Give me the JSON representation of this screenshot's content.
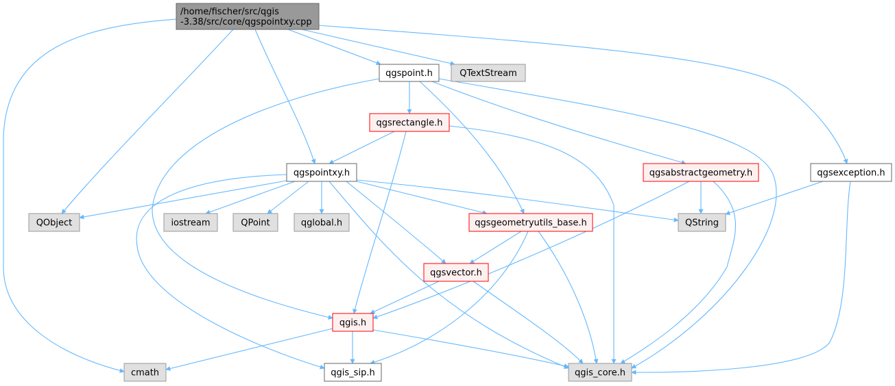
{
  "graph": {
    "colors": {
      "edge": "#63b8ff",
      "root_fill": "#999999",
      "root_stroke": "#666666",
      "file_fill": "#ffffff",
      "file_stroke": "#666666",
      "incomplete_fill": "#fff0f0",
      "incomplete_stroke": "#ff0000",
      "system_fill": "#e0e0e0",
      "system_stroke": "#999999"
    },
    "nodes": [
      {
        "id": "root",
        "lines": [
          "/home/fischer/src/qgis",
          "-3.38/src/core/qgspointxy.cpp"
        ],
        "style": "root"
      },
      {
        "id": "qgspoint",
        "lines": [
          "qgspoint.h"
        ],
        "style": "file"
      },
      {
        "id": "qtextstream",
        "lines": [
          "QTextStream"
        ],
        "style": "system"
      },
      {
        "id": "qgsrectangle",
        "lines": [
          "qgsrectangle.h"
        ],
        "style": "incomplete"
      },
      {
        "id": "qgspointxy",
        "lines": [
          "qgspointxy.h"
        ],
        "style": "file"
      },
      {
        "id": "qgsabstractgeometry",
        "lines": [
          "qgsabstractgeometry.h"
        ],
        "style": "incomplete"
      },
      {
        "id": "qgsexception",
        "lines": [
          "qgsexception.h"
        ],
        "style": "file"
      },
      {
        "id": "qobject",
        "lines": [
          "QObject"
        ],
        "style": "system"
      },
      {
        "id": "iostream",
        "lines": [
          "iostream"
        ],
        "style": "system"
      },
      {
        "id": "qpoint",
        "lines": [
          "QPoint"
        ],
        "style": "system"
      },
      {
        "id": "qglobal",
        "lines": [
          "qglobal.h"
        ],
        "style": "system"
      },
      {
        "id": "qgsgeometryutils",
        "lines": [
          "qgsgeometryutils_base.h"
        ],
        "style": "incomplete"
      },
      {
        "id": "qstring",
        "lines": [
          "QString"
        ],
        "style": "system"
      },
      {
        "id": "qgsvector",
        "lines": [
          "qgsvector.h"
        ],
        "style": "incomplete"
      },
      {
        "id": "qgis",
        "lines": [
          "qgis.h"
        ],
        "style": "incomplete"
      },
      {
        "id": "cmath",
        "lines": [
          "cmath"
        ],
        "style": "system"
      },
      {
        "id": "qgis_sip",
        "lines": [
          "qgis_sip.h"
        ],
        "style": "file"
      },
      {
        "id": "qgis_core",
        "lines": [
          "qgis_core.h"
        ],
        "style": "system"
      }
    ],
    "edges": [
      {
        "from": "root",
        "to": "cmath"
      },
      {
        "from": "root",
        "to": "qgspoint"
      },
      {
        "from": "root",
        "to": "qtextstream"
      },
      {
        "from": "root",
        "to": "qgspointxy"
      },
      {
        "from": "root",
        "to": "qobject"
      },
      {
        "from": "root",
        "to": "qgsexception"
      },
      {
        "from": "qgspoint",
        "to": "qgsrectangle"
      },
      {
        "from": "qgspoint",
        "to": "qgsabstractgeometry"
      },
      {
        "from": "qgspoint",
        "to": "qgsgeometryutils"
      },
      {
        "from": "qgspoint",
        "to": "qgis"
      },
      {
        "from": "qgspoint",
        "to": "qgis_core"
      },
      {
        "from": "qgsrectangle",
        "to": "qgspointxy"
      },
      {
        "from": "qgsrectangle",
        "to": "qgis"
      },
      {
        "from": "qgsrectangle",
        "to": "qgis_core"
      },
      {
        "from": "qgspointxy",
        "to": "qobject"
      },
      {
        "from": "qgspointxy",
        "to": "iostream"
      },
      {
        "from": "qgspointxy",
        "to": "qpoint"
      },
      {
        "from": "qgspointxy",
        "to": "qglobal"
      },
      {
        "from": "qgspointxy",
        "to": "qgsgeometryutils"
      },
      {
        "from": "qgspointxy",
        "to": "qstring"
      },
      {
        "from": "qgspointxy",
        "to": "qgsvector"
      },
      {
        "from": "qgspointxy",
        "to": "qgis_sip"
      },
      {
        "from": "qgspointxy",
        "to": "qgis_core"
      },
      {
        "from": "qgsabstractgeometry",
        "to": "qstring"
      },
      {
        "from": "qgsabstractgeometry",
        "to": "qgis"
      },
      {
        "from": "qgsabstractgeometry",
        "to": "qgis_core"
      },
      {
        "from": "qgsexception",
        "to": "qstring"
      },
      {
        "from": "qgsexception",
        "to": "qgis_core"
      },
      {
        "from": "qgsgeometryutils",
        "to": "qgsvector"
      },
      {
        "from": "qgsgeometryutils",
        "to": "qgis_sip"
      },
      {
        "from": "qgsgeometryutils",
        "to": "qgis_core"
      },
      {
        "from": "qgsvector",
        "to": "qgis"
      },
      {
        "from": "qgsvector",
        "to": "qgis_core"
      },
      {
        "from": "qgis",
        "to": "cmath"
      },
      {
        "from": "qgis",
        "to": "qgis_sip"
      },
      {
        "from": "qgis",
        "to": "qgis_core"
      }
    ]
  }
}
